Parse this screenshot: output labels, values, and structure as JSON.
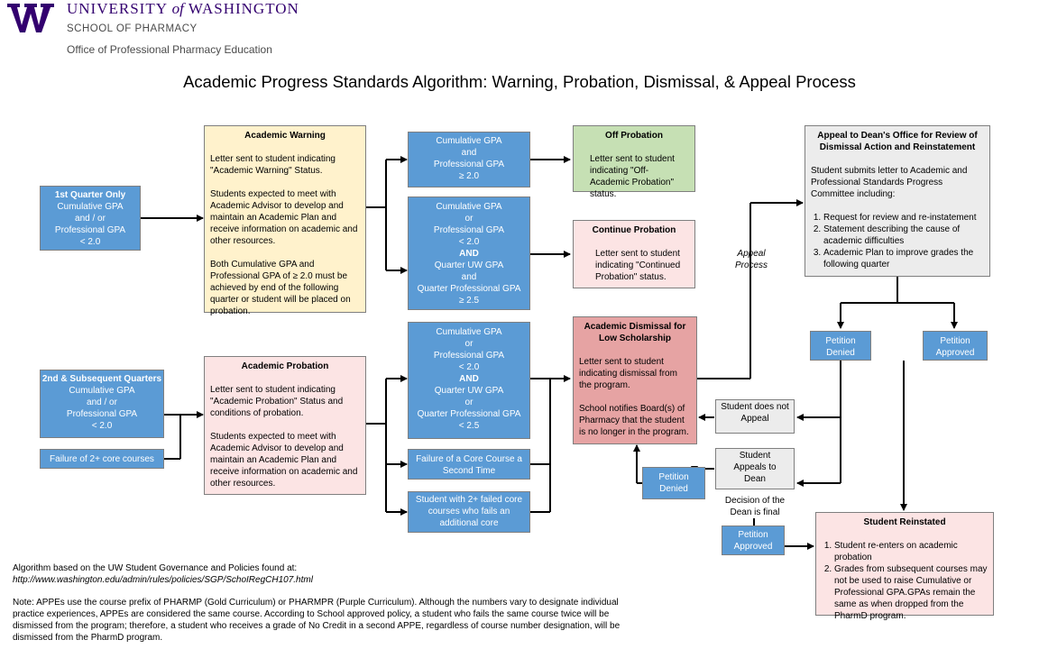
{
  "header": {
    "uw_part1": "UNIVERSITY",
    "uw_of": "of",
    "uw_part2": "WASHINGTON",
    "school": "SCHOOL OF PHARMACY",
    "office": "Office of Professional Pharmacy Education",
    "title": "Academic Progress Standards Algorithm: Warning, Probation, Dismissal, & Appeal Process"
  },
  "left": {
    "first_quarter": {
      "heading": "1st Quarter Only",
      "line1": "Cumulative GPA",
      "line2": "and / or",
      "line3": "Professional GPA",
      "line4": "< 2.0"
    },
    "second_quarter": {
      "heading": "2nd & Subsequent Quarters",
      "line1": "Cumulative GPA",
      "line2": "and / or",
      "line3": "Professional GPA",
      "line4": "< 2.0"
    },
    "failure_core": "Failure of 2+ core courses"
  },
  "warning": {
    "title": "Academic Warning",
    "p1": "Letter sent to student indicating \"Academic Warning\" Status.",
    "p2": "Students expected to meet with Academic Advisor to develop and maintain an Academic Plan and receive information on academic and other resources.",
    "p3": "Both Cumulative GPA and Professional GPA of ≥ 2.0 must be achieved by end of the following quarter or student will be placed on probation."
  },
  "probation": {
    "title": "Academic Probation",
    "p1": "Letter sent to student indicating \"Academic Probation\" Status and conditions of probation.",
    "p2": "Students expected to meet with Academic Advisor to develop and maintain an Academic Plan and receive information on academic and other resources."
  },
  "conditions": {
    "c1": [
      "Cumulative GPA",
      "and",
      "Professional GPA",
      "≥ 2.0"
    ],
    "c2_a": [
      "Cumulative GPA",
      "or",
      "Professional GPA",
      "< 2.0"
    ],
    "c2_and": "AND",
    "c2_b": [
      "Quarter UW GPA",
      "and",
      "Quarter Professional GPA",
      "≥ 2.5"
    ],
    "c3_a": [
      "Cumulative GPA",
      "or",
      "Professional GPA",
      "< 2.0"
    ],
    "c3_and": "AND",
    "c3_b": [
      "Quarter UW GPA",
      "or",
      "Quarter Professional GPA",
      "< 2.5"
    ],
    "c4": "Failure of a Core Course a Second Time",
    "c5": "Student with 2+ failed core courses who fails an additional core"
  },
  "off_probation": {
    "title": "Off Probation",
    "body": "Letter sent to student indicating \"Off-Academic Probation\" status."
  },
  "continue_probation": {
    "title": "Continue Probation",
    "body": "Letter sent to student indicating \"Continued Probation\" status."
  },
  "dismissal": {
    "title": "Academic Dismissal for Low Scholarship",
    "p1": "Letter sent to student indicating dismissal from the program.",
    "p2": "School notifies Board(s) of Pharmacy that the student is no longer in the program."
  },
  "appeal_label": "Appeal Process",
  "appeal": {
    "title": "Appeal to Dean's Office for Review of Dismissal Action and Reinstatement",
    "intro": "Student submits letter to Academic and Professional Standards Progress Committee including:",
    "items": [
      "Request for review and re-instatement",
      "Statement describing the cause of academic difficulties",
      "Academic Plan to improve grades the following quarter"
    ]
  },
  "petition_denied_1": "Petition Denied",
  "petition_approved_1": "Petition Approved",
  "no_appeal": "Student does not Appeal",
  "appeals_dean": "Student Appeals to Dean",
  "dean_final": "Decision of the Dean is final",
  "petition_denied_2": "Petition Denied",
  "petition_approved_2": "Petition Approved",
  "reinstated": {
    "title": "Student Reinstated",
    "items": [
      "Student re-enters on academic probation",
      "Grades from subsequent courses may not be used to raise Cumulative or Professional GPA.GPAs remain the same as when dropped from the PharmD program."
    ]
  },
  "footer": {
    "line1": "Algorithm based on the UW Student Governance and Policies found at:",
    "url": "http://www.washington.edu/admin/rules/policies/SGP/SchoIRegCH107.html",
    "note": "Note: APPEs use the course prefix of PHARMP (Gold Curriculum) or PHARMPR (Purple Curriculum). Although the numbers vary to designate individual practice experiences, APPEs are considered the same course. According to School approved policy, a student who fails the same course twice will be dismissed from the program; therefore, a student who receives a grade of No Credit in a second APPE, regardless of course number designation, will be dismissed from the PharmD program."
  },
  "colors": {
    "blue": "#5b9bd5",
    "yellow": "#fff2cc",
    "pink": "#fce4e4",
    "green": "#c6e0b4",
    "grey": "#ececec",
    "rose": "#e6a3a3",
    "uw_purple": "#33006f"
  }
}
